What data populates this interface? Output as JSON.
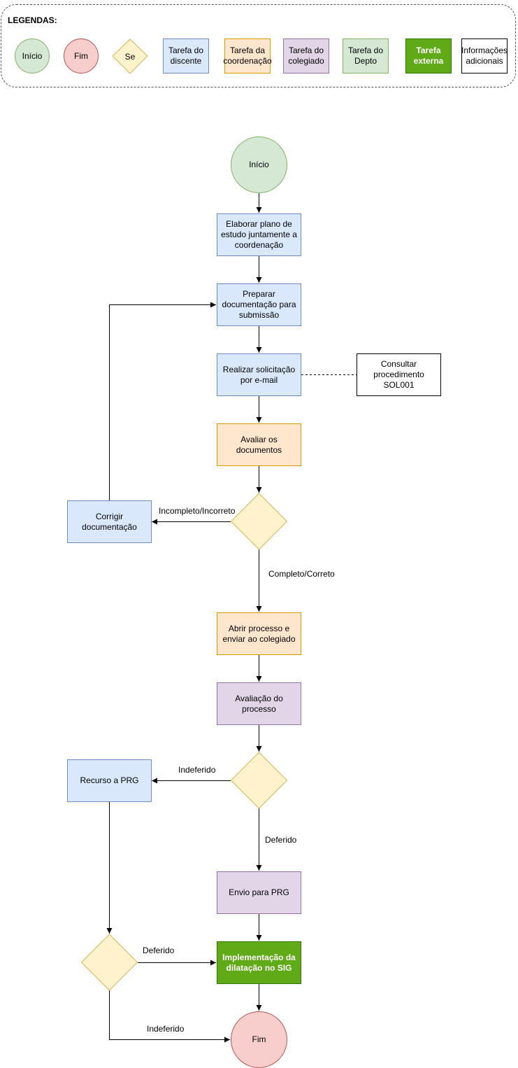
{
  "legend": {
    "title": "LEGENDAS:",
    "start": "Início",
    "end": "Fim",
    "decision": "Se",
    "student_task": "Tarefa do discente",
    "coordination_task": "Tarefa da coordenação",
    "collegiate_task": "Tarefa do colegiado",
    "department_task": "Tarefa do Depto",
    "external_task": "Tarefa externa",
    "additional_info": "Informações adicionais"
  },
  "flow": {
    "start": "Início",
    "step_plan": "Elaborar plano de estudo juntamente a coordenação",
    "step_prepare": "Preparar documentação para submissão",
    "step_request": "Realizar solicitação por e-mail",
    "info_procedure": "Consultar procedimento SOL001",
    "step_evaluate_docs": "Avaliar os documentos",
    "step_correct": "Corrigir documentação",
    "label_incomplete": "Incompleto/Incorreto",
    "label_complete": "Completo/Correto",
    "step_open_process": "Abrir processo e enviar ao colegiado",
    "step_evaluate_process": "Avaliação do processo",
    "label_rejected_1": "Indeferido",
    "step_appeal": "Recurso a PRG",
    "label_approved_1": "Deferido",
    "step_send_prg": "Envio para PRG",
    "label_approved_2": "Deferido",
    "step_implement": "Implementação da dilatação no SIG",
    "label_rejected_2": "Indeferido",
    "end": "Fim"
  }
}
